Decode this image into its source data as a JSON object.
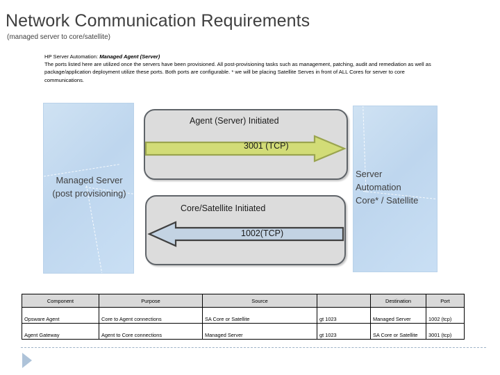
{
  "slide": {
    "title": "Network Communication Requirements",
    "subtitle": "(managed server to core/satellite)"
  },
  "intro": {
    "lead_normal": "HP Server Automation: ",
    "lead_italic": "Managed Agent (Server)",
    "body": "The ports listed here are utilized once the servers have been provisioned. All post-provisioning tasks such as management, patching, audit and remediation as well as package/application deployment utilize these ports. Both ports are configurable. * we will be placing Satellite Serves in front of ALL Cores for server to core communications."
  },
  "diagram": {
    "left_endpoint": "Managed  Server\n(post provisioning)",
    "right_endpoint": "Server\nAutomation\nCore* / Satellite",
    "flows": [
      {
        "caption": "Agent (Server) Initiated",
        "port_label": "3001 (TCP)",
        "direction": "right",
        "fill": "#d2dc77",
        "stroke": "#9aa44f"
      },
      {
        "caption": "Core/Satellite Initiated",
        "port_label": "1002(TCP)",
        "direction": "left",
        "fill": "#c3d3e3",
        "stroke": "#404040"
      }
    ]
  },
  "table": {
    "headers": [
      "Component",
      "Purpose",
      "Source",
      "",
      "Destination",
      "Port"
    ],
    "rows": [
      {
        "component": "Opsware Agent",
        "purpose": "Core to Agent connections",
        "source": "SA Core or Satellite",
        "gt": "gt 1023",
        "destination": "Managed Server",
        "port": "1002 (tcp)"
      },
      {
        "component": "Agent Gateway",
        "purpose": "Agent to Core connections",
        "source": "Managed Server",
        "gt": "gt 1023",
        "destination": "SA Core or Satellite",
        "port": "3001 (tcp)"
      }
    ]
  },
  "colors": {
    "endpoint_blue": "#c5dcf0",
    "panel_gray": "#dcdcdc",
    "panel_border": "#5f6469",
    "green_arrow": "#d2dc77",
    "blue_arrow": "#c3d3e3",
    "footer_accent": "#aec3d9",
    "table_header": "#d9d9d9"
  }
}
